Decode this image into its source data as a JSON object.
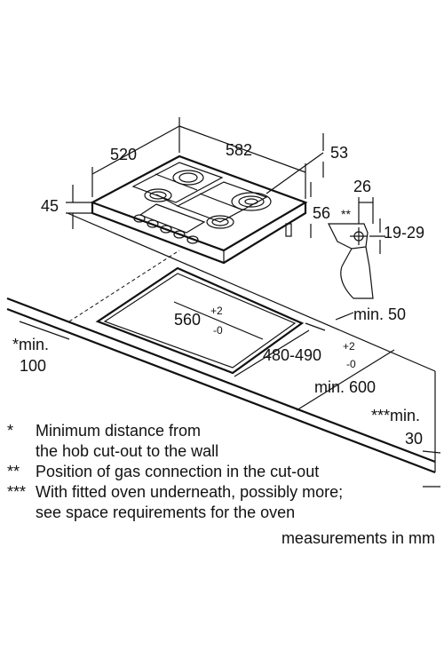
{
  "dimensions": {
    "hob_width": "582",
    "hob_depth": "520",
    "hob_height": "45",
    "rear_offset": "53",
    "gas_offset": "56",
    "gas_side": "26",
    "gas_marker": "**",
    "gas_height": "19-29",
    "cutout_width": "560",
    "cutout_width_tol_top": "+2",
    "cutout_width_tol_bottom": "-0",
    "cutout_depth": "480-490",
    "cutout_depth_tol_top": "+2",
    "cutout_depth_tol_bottom": "-0",
    "min_wall_label": "*min.",
    "min_wall_value": "100",
    "min_front": "min. 50",
    "min_worktop": "min. 600",
    "min_thickness_label": "***min.",
    "min_thickness_value": "30"
  },
  "notes": [
    {
      "mark": "*",
      "lines": [
        "Minimum distance from",
        "the hob cut-out to the wall"
      ]
    },
    {
      "mark": "**",
      "lines": [
        "Position of gas connection in the cut-out"
      ]
    },
    {
      "mark": "***",
      "lines": [
        "With fitted oven underneath, possibly more;",
        "see space requirements for the oven"
      ]
    }
  ],
  "units_label": "measurements in mm"
}
